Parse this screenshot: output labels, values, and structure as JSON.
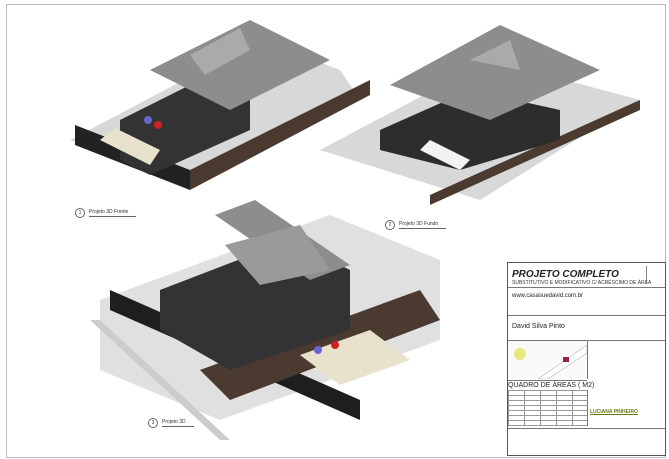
{
  "views": [
    {
      "number": "1",
      "label": "Projeto 3D Frente"
    },
    {
      "number": "2",
      "label": "Projeto 3D Fundo"
    },
    {
      "number": "3",
      "label": "Projeto 3D"
    }
  ],
  "title_block": {
    "title": "PROJETO COMPLETO",
    "subtitle": "SUBSTITUTIVO E MODIFICATIVO C/ ACRÉSCIMO DE ÁREA",
    "website": "www.casasuedavid.com.br",
    "owner": "David Silva Pinto",
    "areas_heading": "QUADRO DE ÁREAS ( M2)",
    "responsible": "LUCIANA PINHEIRO"
  },
  "colors": {
    "roof": "#8a8a8a",
    "walls": "#2b2b2b",
    "ground": "#4a3a30",
    "responsible": "#6a7a10"
  }
}
